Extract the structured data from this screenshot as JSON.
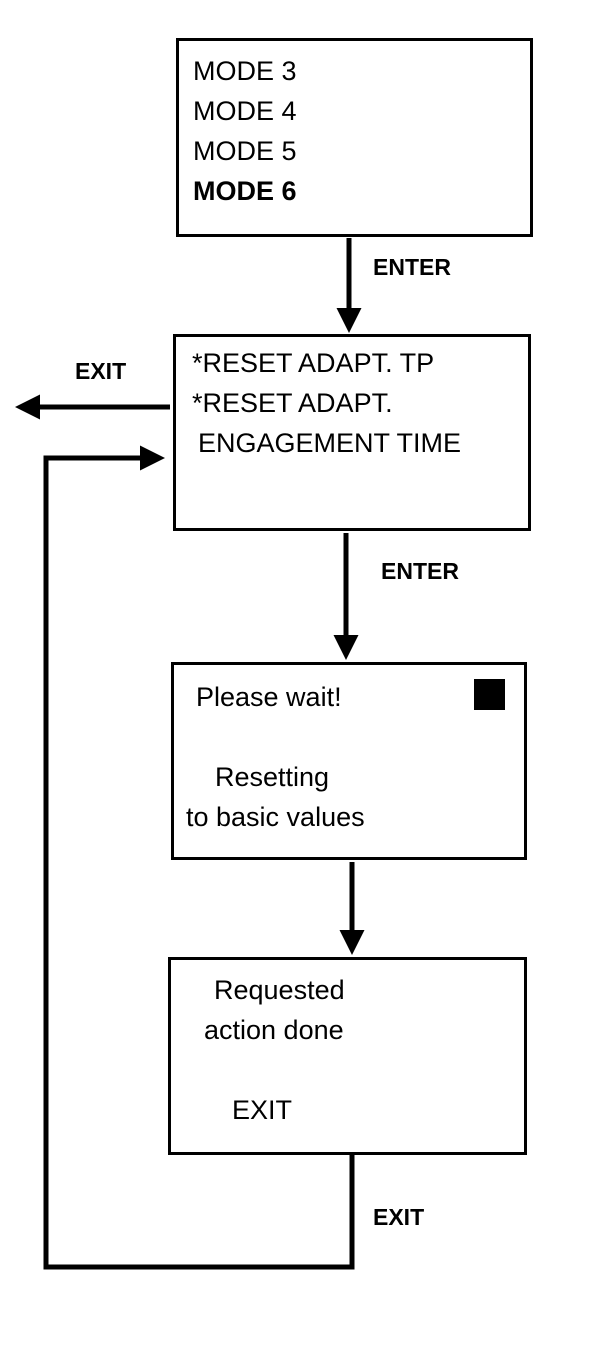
{
  "screen1": {
    "lines": [
      "MODE 3",
      "MODE 4",
      "MODE 5",
      "MODE 6"
    ]
  },
  "screen2": {
    "lines": [
      "*RESET ADAPT. TP",
      "*RESET ADAPT.",
      " ENGAGEMENT TIME"
    ]
  },
  "screen3": {
    "title": "Please wait!",
    "lines": [
      "Resetting",
      "to basic values"
    ]
  },
  "screen4": {
    "lines": [
      "Requested",
      "action done"
    ],
    "exit": "EXIT"
  },
  "labels": {
    "enter1": "ENTER",
    "exit_left": "EXIT",
    "enter2": "ENTER",
    "exit_bottom": "EXIT"
  }
}
